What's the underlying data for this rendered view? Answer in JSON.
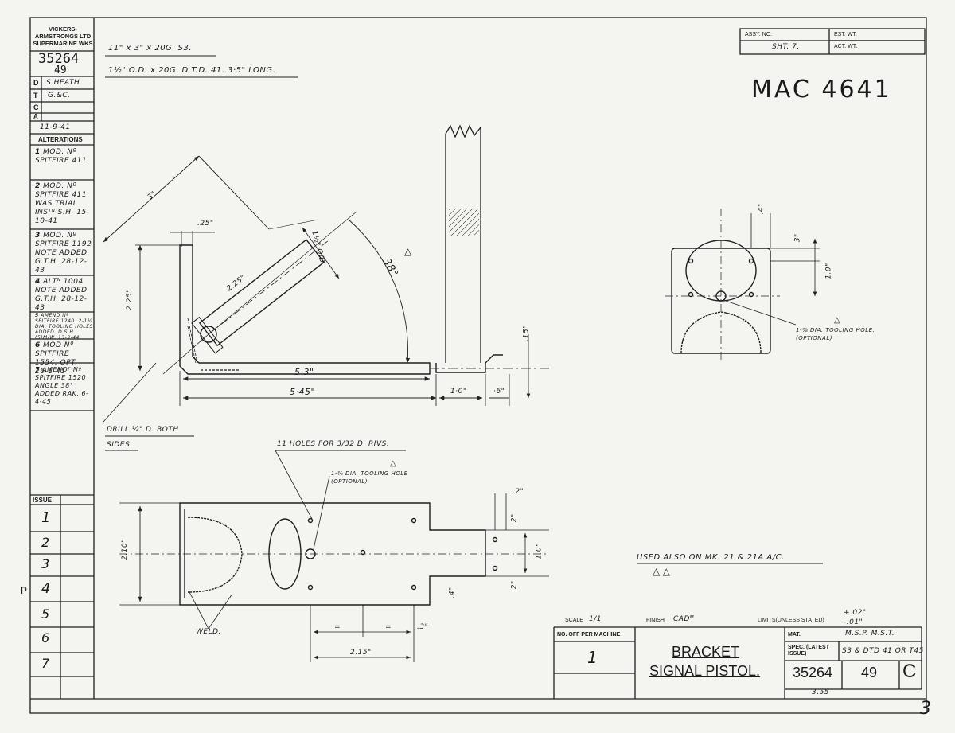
{
  "title_block": {
    "company": "VICKERS-ARMSTRONGS LTD SUPERMARINE WKS",
    "drawing_no": "35264",
    "sheet_part": "49",
    "d_label": "D",
    "d_value": "S.HEATH",
    "t_label": "T",
    "t_value": "G.&C.",
    "c_label": "C",
    "a_label": "A",
    "date": "11-9-41",
    "alterations_header": "ALTERATIONS",
    "alterations": [
      {
        "no": "1",
        "text": "MOD. Nº SPITFIRE 411"
      },
      {
        "no": "2",
        "text": "MOD. Nº SPITFIRE 411 WAS TRIAL INSᵀᴺ S.H. 15-10-41"
      },
      {
        "no": "3",
        "text": "MOD. Nº SPITFIRE 1192 NOTE ADDED. G.T.H. 28-12-43"
      },
      {
        "no": "4",
        "text": "ALTᴺ 1004 NOTE ADDED G.T.H. 28-12-43"
      },
      {
        "no": "5",
        "text": "AMEND Nº SPITFIRE 1240. 2-1¼ DIA. TOOLING HOLES ADDED. D.S.H.(5)M/W. 13-3-44"
      },
      {
        "no": "6",
        "text": "MOD Nº SPITFIRE 1554. OPT. 26-1-45"
      },
      {
        "no": "7",
        "text": "AMENDᵀ Nº SPITFIRE 1520 ANGLE 38° ADDED RAK. 6-4-45"
      }
    ],
    "issue_header": "ISSUE",
    "issues": [
      "1",
      "2",
      "3",
      "4",
      "5",
      "6",
      "7"
    ],
    "margin_letter": "P"
  },
  "header_box": {
    "assy_no_label": "ASSY. NO.",
    "sheet_label": "SHT. 7.",
    "est_wt_label": "EST. WT.",
    "act_wt_label": "ACT. WT."
  },
  "mac_number": "MAC 4641",
  "material_notes": [
    "11\" x 3\" x 20G. S3.",
    "1½\" O.D. x 20G. D.T.D. 41. 3·5\" LONG."
  ],
  "dimensions": {
    "d_3": "3\"",
    "d_25": ".25\"",
    "d_1_5_od": "1½\" O/D",
    "d_2_25_vert": "2.25\"",
    "d_2_25_diag": "2.25\"",
    "angle": "38°",
    "d_15": ".15\"",
    "d_5_3": "5·3\"",
    "d_5_45": "5·45\"",
    "d_1_0": "1·0\"",
    "d_6": "·6\"",
    "d_4": ".4\"",
    "d_3b": ".3\"",
    "d_1_0b": "1.0\"",
    "d_2": ".2\"",
    "d_2b": ".2\"",
    "d_1_0c": "1.0\"",
    "d_2c": ".2\"",
    "d_4b": ".4\"",
    "d_2_10": "2.10\"",
    "d_3c": ".3\"",
    "d_2_15": "2.15\"",
    "eq1": "=",
    "eq2": "="
  },
  "callouts": {
    "tooling_hole_right": "1-⅜ DIA. TOOLING HOLE. (OPTIONAL)",
    "tooling_hole_bottom": "1-⅜ DIA. TOOLING HOLE (OPTIONAL)",
    "rivet_holes": "11 HOLES FOR 3/32 D. RIVS.",
    "drill_note_line1": "DRILL ¼\" D. BOTH",
    "drill_note_line2": "SIDES.",
    "weld": "WELD.",
    "used_also": "USED ALSO ON MK. 21 & 21A A/C."
  },
  "bottom_block": {
    "scale_label": "SCALE",
    "scale_value": "1/1",
    "finish_label": "FINISH",
    "finish_value": "CADᴹ",
    "limits_label": "LIMITS(UNLESS STATED)",
    "limits_plus": "+.02\"",
    "limits_minus": "-.01\"",
    "no_off_label": "NO. OFF PER MACHINE",
    "no_off_value": "1",
    "title_line1": "BRACKET",
    "title_line2": "SIGNAL PISTOL.",
    "mat_label": "MAT.",
    "mat_value": "M.S.P. M.S.T.",
    "spec_label": "SPEC. (LATEST ISSUE)",
    "spec_value": "S3 & DTD 41 OR T45",
    "drawing_no": "35264",
    "part_no": "49",
    "issue_letter": "C",
    "date_note": "3.55",
    "sheet_corner": "3"
  }
}
